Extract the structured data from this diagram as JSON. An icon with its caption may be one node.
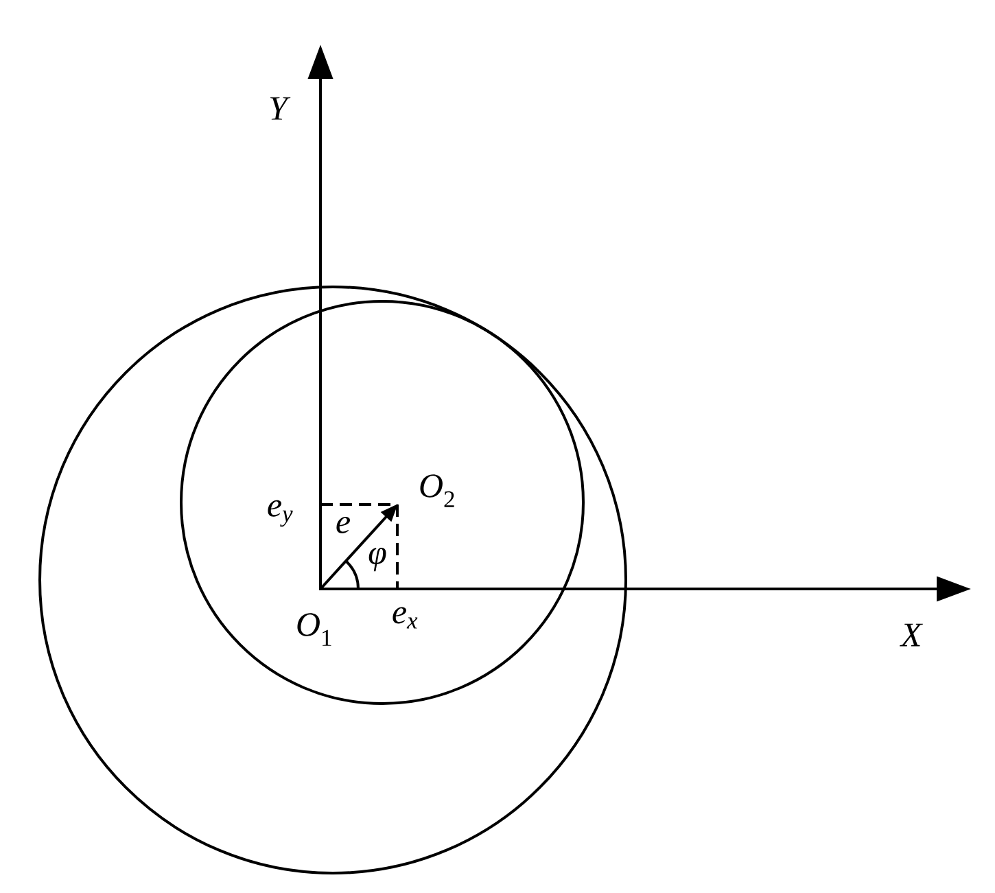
{
  "diagram": {
    "labels": [
      "Y",
      "*O*$_{2}$",
      "e$_{y}$",
      "e",
      "φ",
      "*O*$_{1}$",
      "e$_{x}$",
      "X"
    ]
  }
}
